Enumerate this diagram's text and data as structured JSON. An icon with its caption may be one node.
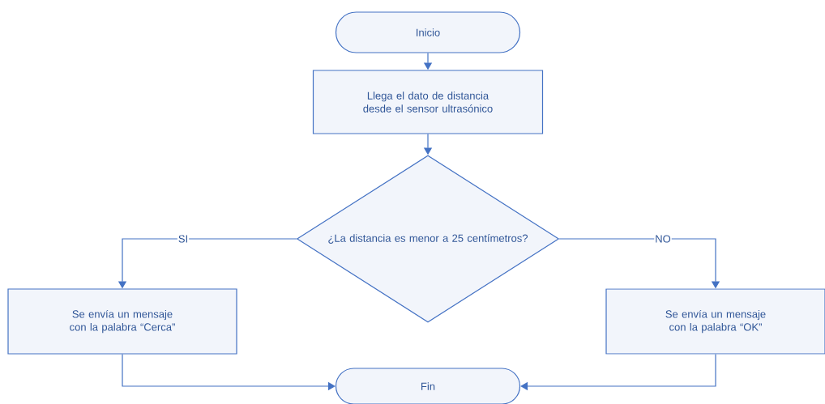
{
  "diagram": {
    "nodes": [
      {
        "text": [
          "Inicio"
        ]
      },
      {
        "text": [
          "Llega el dato de distancia desde el sensor ultrasónico"
        ]
      },
      {
        "text": [
          "¿La distancia es menor a 25 centímetros?"
        ]
      },
      {
        "text": [
          "Se envía un mensaje con la palabra “Cerca”"
        ]
      },
      {
        "text": [
          "Se envía un mensaje con la palabra “OK”"
        ]
      },
      {
        "text": [
          "Fin"
        ]
      }
    ],
    "edges": [
      {
        "from": 0,
        "to": 1,
        "arrow": "to"
      },
      {
        "from": 1,
        "to": 2,
        "arrow": "to"
      },
      {
        "from": 2,
        "to": 3,
        "arrow": "to",
        "label": "SI"
      },
      {
        "from": 2,
        "to": 4,
        "arrow": "to",
        "label": "NO"
      },
      {
        "from": 3,
        "to": 5,
        "arrow": "to"
      },
      {
        "from": 4,
        "to": 5,
        "arrow": "to"
      }
    ]
  }
}
